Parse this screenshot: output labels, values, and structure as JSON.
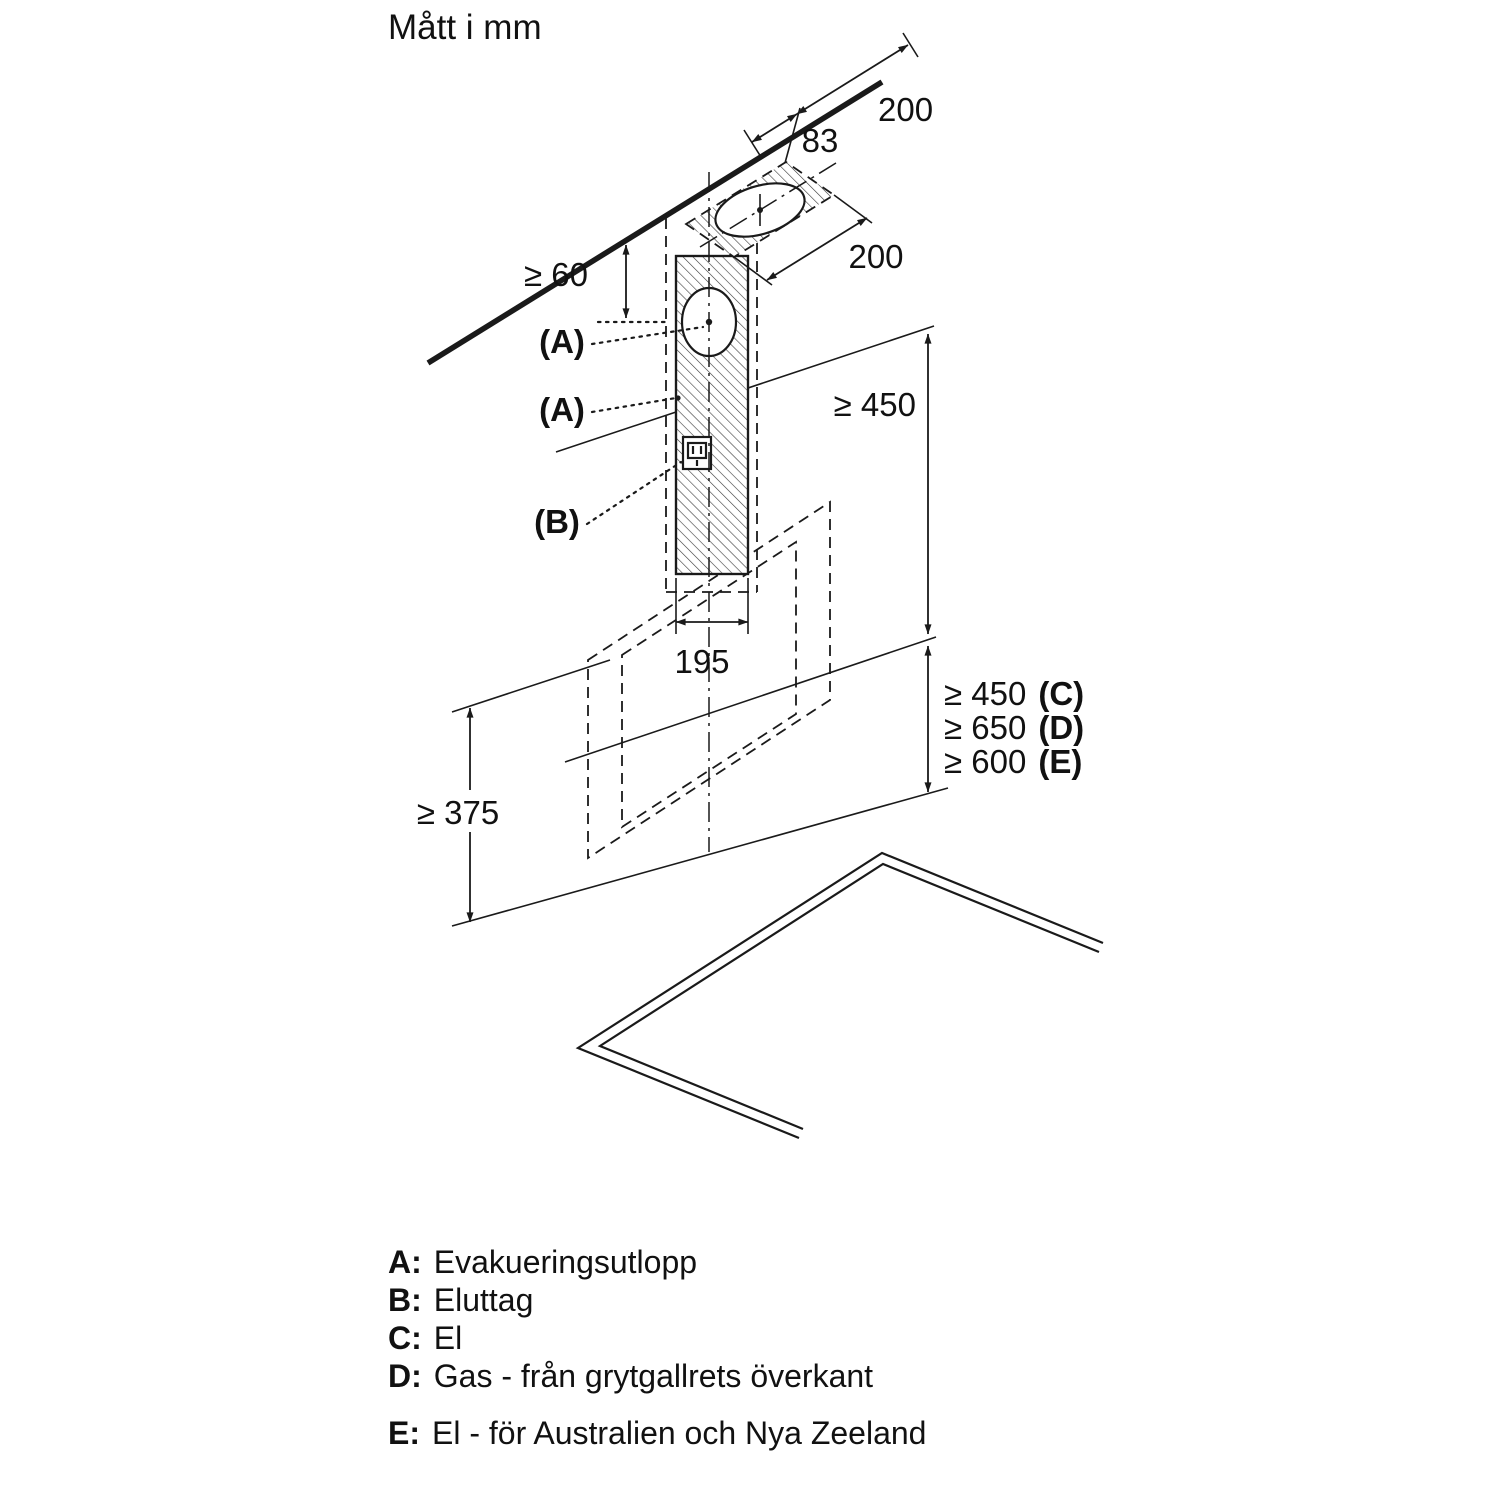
{
  "title": "Mått i mm",
  "colors": {
    "ink": "#1a1a1a",
    "background": "#ffffff"
  },
  "diagram": {
    "dims": {
      "duct_offset_top": "200",
      "opening_depth": "83",
      "opening_width": "200",
      "min_ceiling_gap": "≥ 60",
      "min_chimney_height": "≥ 450",
      "duct_width": "195",
      "min_distance_375": "≥ 375"
    },
    "right_dims": [
      {
        "value": "≥ 450",
        "key": "(C)"
      },
      {
        "value": "≥ 650",
        "key": "(D)"
      },
      {
        "value": "≥ 600",
        "key": "(E)"
      }
    ],
    "labels": {
      "a1": "(A)",
      "a2": "(A)",
      "b": "(B)"
    }
  },
  "legend": [
    {
      "key": "A:",
      "text": "Evakueringsutlopp"
    },
    {
      "key": "B:",
      "text": "Eluttag"
    },
    {
      "key": "C:",
      "text": "El"
    },
    {
      "key": "D:",
      "text": "Gas - från grytgallrets överkant"
    },
    {
      "key": "E:",
      "text": "El - för Australien och Nya Zeeland"
    }
  ]
}
